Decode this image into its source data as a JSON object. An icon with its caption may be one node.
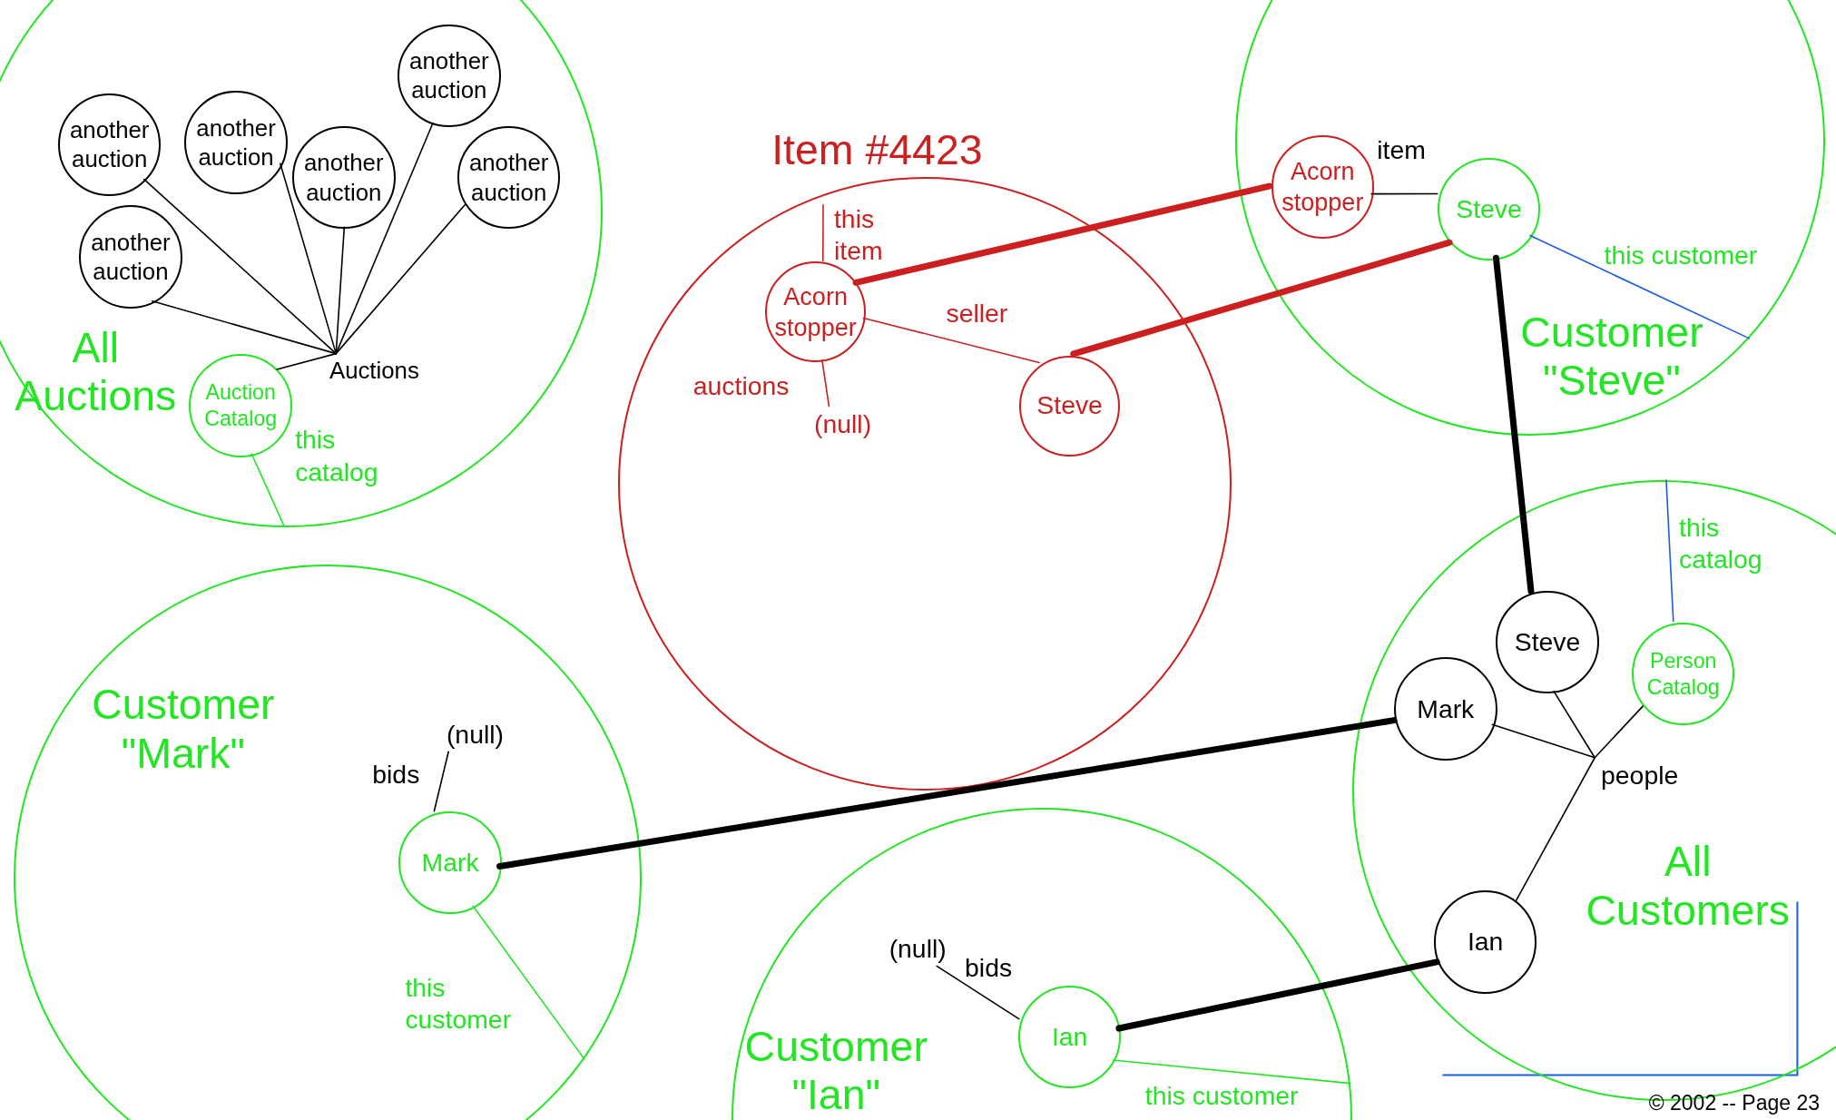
{
  "diagram": {
    "nodes": [
      {
        "text": [
          "All Auctions"
        ]
      },
      {
        "text": [
          "another auction"
        ],
        "in": 0
      },
      {
        "text": [
          "another auction"
        ],
        "in": 0
      },
      {
        "text": [
          "another auction"
        ],
        "in": 0
      },
      {
        "text": [
          "another auction"
        ],
        "in": 0
      },
      {
        "text": [
          "another auction"
        ],
        "in": 0
      },
      {
        "text": [
          "another auction"
        ],
        "in": 0
      },
      {
        "text": [
          "Auction Catalog"
        ],
        "in": 0
      },
      {
        "text": [
          "Auctions"
        ],
        "in": 0
      },
      {
        "text": [
          "Item #4423"
        ]
      },
      {
        "text": [
          "Acorn stopper"
        ],
        "in": 9
      },
      {
        "text": [
          "this item"
        ],
        "in": 9
      },
      {
        "text": [
          "(null)"
        ],
        "in": 9
      },
      {
        "text": [
          "Steve"
        ],
        "in": 9
      },
      {
        "text": [
          "Customer \"Steve\""
        ]
      },
      {
        "text": [
          "Acorn stopper"
        ],
        "in": 14
      },
      {
        "text": [
          "Steve"
        ],
        "in": 14
      },
      {
        "text": [
          "All Customers"
        ]
      },
      {
        "text": [
          "Steve"
        ],
        "in": 17
      },
      {
        "text": [
          "Mark"
        ],
        "in": 17
      },
      {
        "text": [
          "Person Catalog"
        ],
        "in": 17
      },
      {
        "text": [
          "people"
        ],
        "in": 17
      },
      {
        "text": [
          "Ian"
        ],
        "in": 17
      },
      {
        "text": [
          "Customer \"Mark\""
        ]
      },
      {
        "text": [
          "(null)"
        ],
        "in": 23
      },
      {
        "text": [
          "Mark"
        ],
        "in": 23
      },
      {
        "text": [
          "Customer \"Ian\""
        ]
      },
      {
        "text": [
          "(null)"
        ],
        "in": 26
      },
      {
        "text": [
          "Ian"
        ],
        "in": 26
      }
    ],
    "edges": [
      {
        "from": 1,
        "to": 8,
        "arrow": "none"
      },
      {
        "from": 2,
        "to": 8,
        "arrow": "none"
      },
      {
        "from": 3,
        "to": 8,
        "arrow": "none"
      },
      {
        "from": 4,
        "to": 8,
        "arrow": "none"
      },
      {
        "from": 5,
        "to": 8,
        "arrow": "none"
      },
      {
        "from": 6,
        "to": 8,
        "arrow": "none"
      },
      {
        "from": 7,
        "to": 8,
        "arrow": "none"
      },
      {
        "from": 7,
        "to": 0,
        "arrow": "none",
        "label": "this catalog",
        "color": "#22e622"
      },
      {
        "from": 10,
        "to": 11,
        "arrow": "none",
        "color": "#cc1f1f"
      },
      {
        "from": 10,
        "to": 12,
        "arrow": "none",
        "label": "auctions",
        "color": "#cc1f1f"
      },
      {
        "from": 10,
        "to": 13,
        "arrow": "none",
        "label": "seller",
        "color": "#cc1f1f"
      },
      {
        "from": 10,
        "to": 15,
        "arrow": "none",
        "style": "thick",
        "color": "#cc1f1f"
      },
      {
        "from": 13,
        "to": 16,
        "arrow": "none",
        "style": "thick",
        "color": "#cc1f1f"
      },
      {
        "from": 15,
        "to": 16,
        "arrow": "none",
        "label": "item"
      },
      {
        "from": 16,
        "to": 14,
        "arrow": "none",
        "label": "this customer",
        "color": "#1a5ce6"
      },
      {
        "from": 16,
        "to": 18,
        "arrow": "none",
        "style": "thick"
      },
      {
        "from": 18,
        "to": 21,
        "arrow": "none"
      },
      {
        "from": 19,
        "to": 21,
        "arrow": "none"
      },
      {
        "from": 20,
        "to": 21,
        "arrow": "none"
      },
      {
        "from": 22,
        "to": 21,
        "arrow": "none"
      },
      {
        "from": 20,
        "to": 17,
        "arrow": "none",
        "label": "this catalog",
        "color": "#1a5ce6"
      },
      {
        "from": 25,
        "to": 24,
        "arrow": "none",
        "label": "bids"
      },
      {
        "from": 25,
        "to": 23,
        "arrow": "none",
        "label": "this customer",
        "color": "#22e622"
      },
      {
        "from": 25,
        "to": 19,
        "arrow": "none",
        "style": "thick"
      },
      {
        "from": 28,
        "to": 27,
        "arrow": "none",
        "label": "bids"
      },
      {
        "from": 28,
        "to": 26,
        "arrow": "none",
        "label": "this customer",
        "color": "#22e622"
      },
      {
        "from": 28,
        "to": 22,
        "arrow": "none",
        "style": "thick"
      }
    ],
    "labels": [
      "© 2002 -- Page 23"
    ]
  }
}
